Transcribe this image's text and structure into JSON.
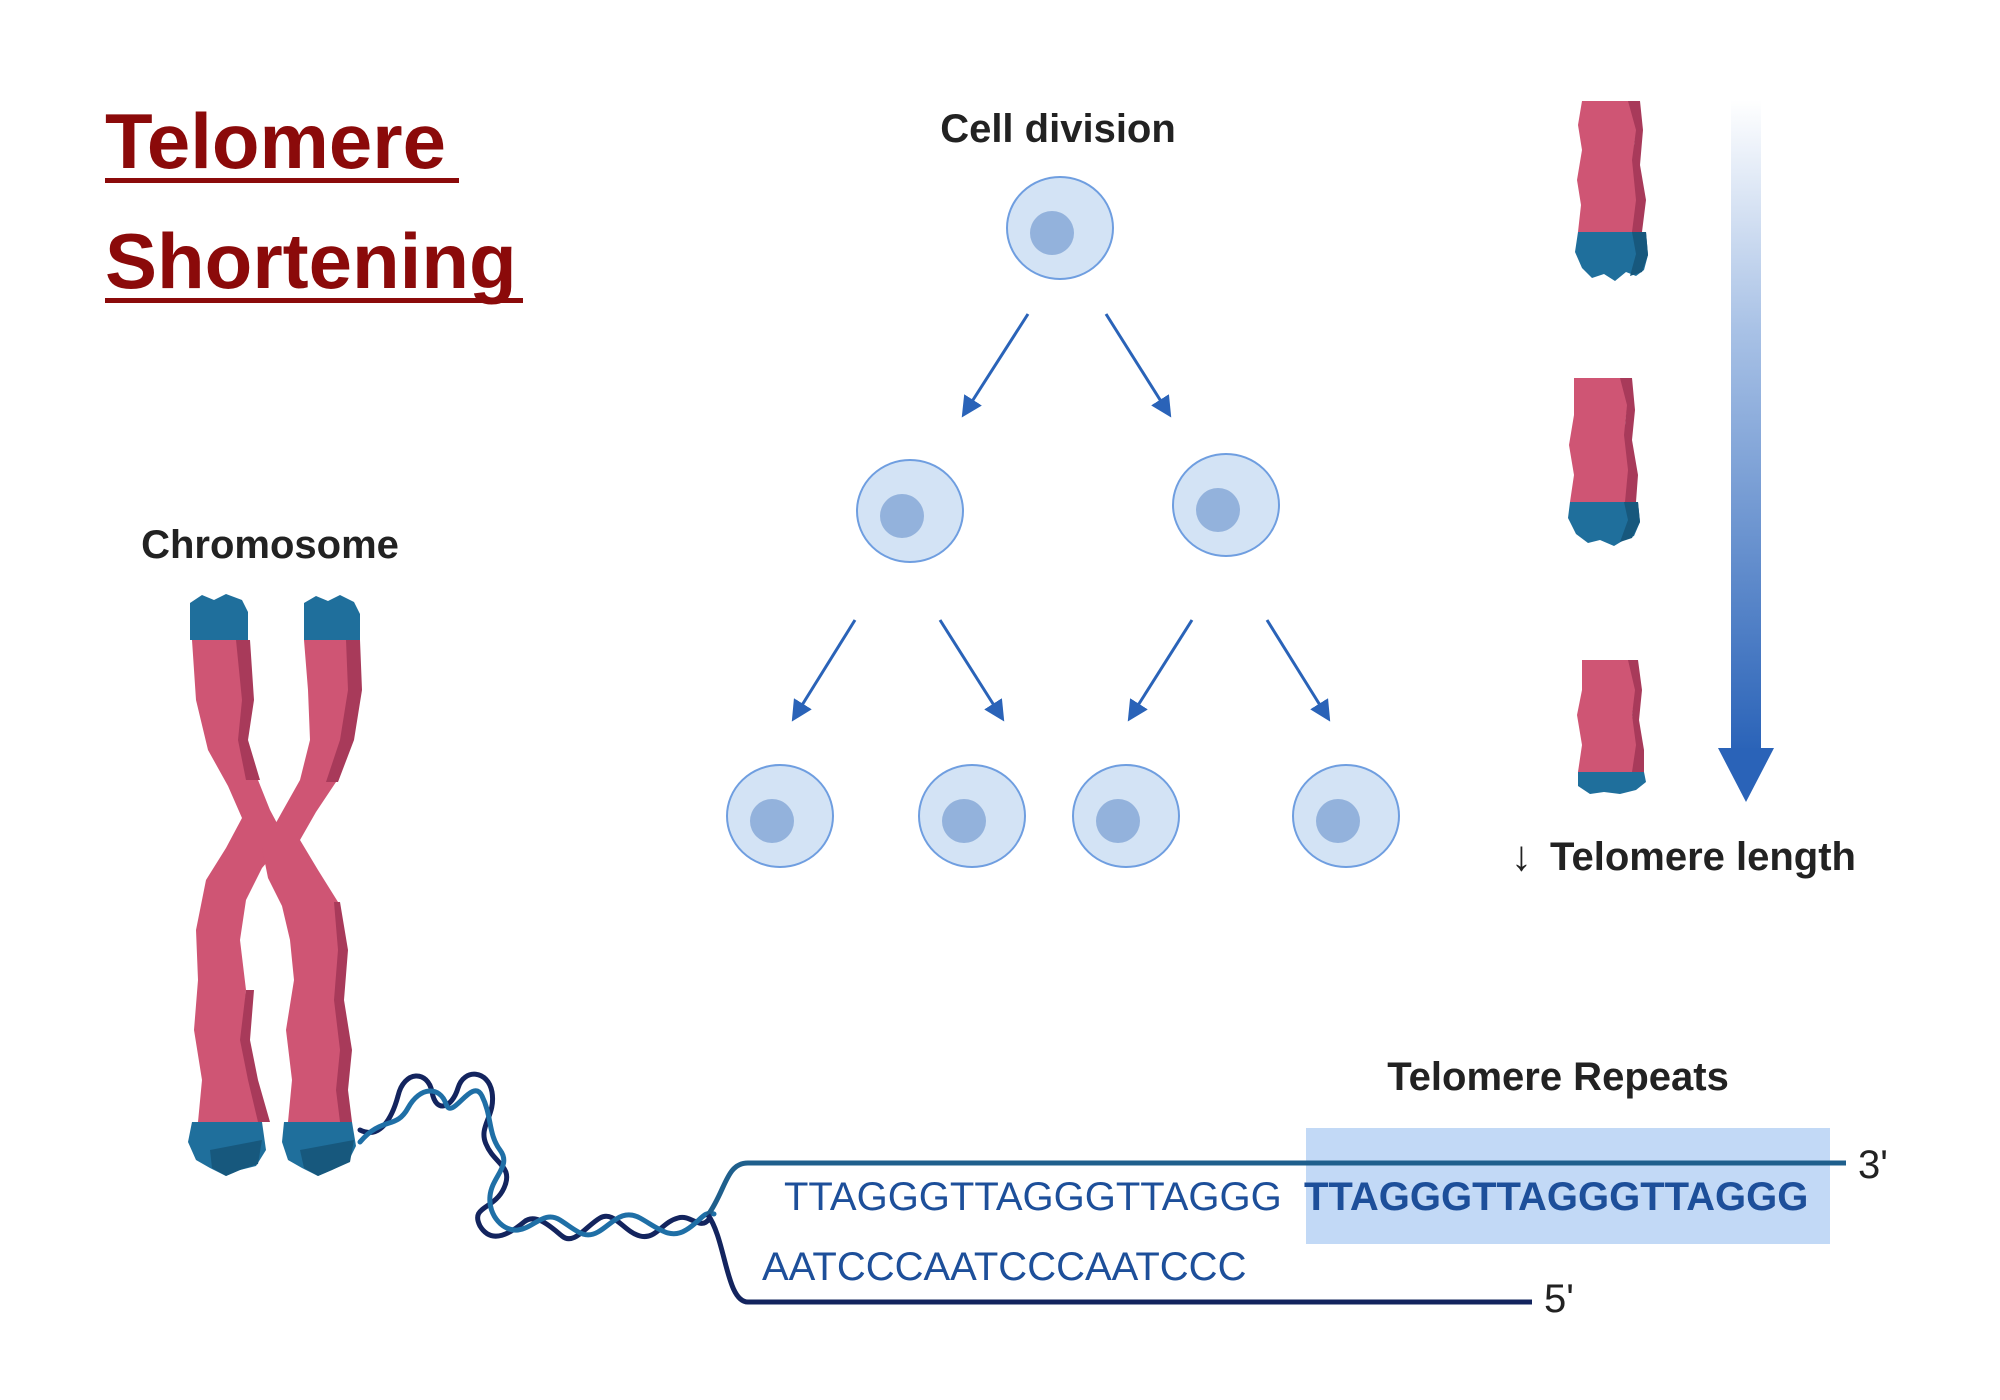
{
  "title_line1": "Telomere",
  "title_line2": "Shortening",
  "cell_division_label": "Cell division",
  "chromosome_label": "Chromosome",
  "telomere_length_label": "Telomere length",
  "telomere_length_arrow": "↓",
  "telomere_repeats_label": "Telomere Repeats",
  "strand_top_plain": "TTAGGGTTAGGGTTAGGG",
  "strand_top_bold": "TTAGGGTTAGGGTTAGGG",
  "strand_bottom": "AATCCCAATCCCAATCCC",
  "prime_3": "3'",
  "prime_5": "5'",
  "colors": {
    "title": "#8b0a0a",
    "chromosome_body": "#cf5574",
    "chromosome_shadow": "#a83a5a",
    "telomere_cap": "#1f6f9c",
    "telomere_cap_dark": "#17587d",
    "cell_fill": "#d3e3f5",
    "cell_stroke": "#6f9ee0",
    "nucleus": "#93b2dc",
    "arrow": "#2a63b8",
    "highlight": "#c2d9f6",
    "dna_dark": "#13245e",
    "dna_light": "#1f6fa6"
  }
}
